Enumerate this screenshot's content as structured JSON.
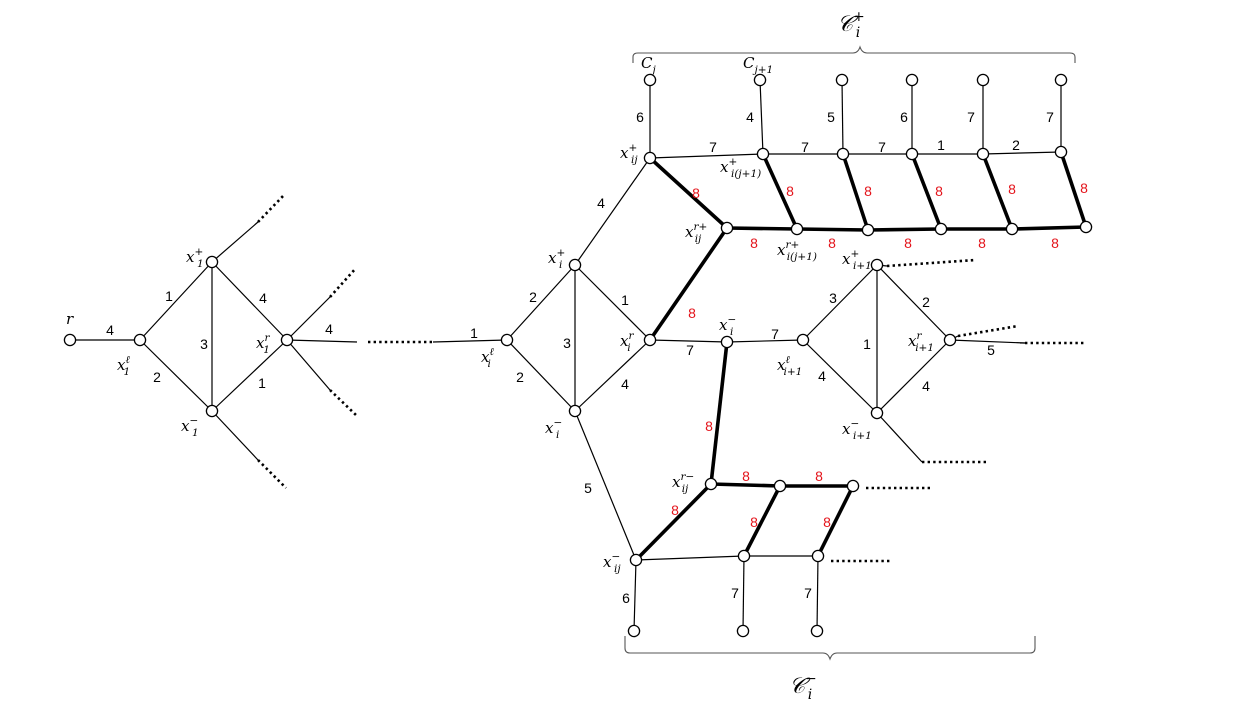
{
  "diagram": {
    "groups": [
      {
        "id": "C_plus",
        "base": "𝒞",
        "sub": "i",
        "sup": "+"
      },
      {
        "id": "C_minus",
        "base": "𝒞",
        "sub": "i",
        "sup": "−"
      }
    ],
    "vertex_labels": {
      "r": {
        "base": "r",
        "sub": "",
        "sup": ""
      },
      "x1l": {
        "base": "x",
        "sub": "1",
        "sup": "ℓ"
      },
      "x1p": {
        "base": "x",
        "sub": "1",
        "sup": "+"
      },
      "x1m": {
        "base": "x",
        "sub": "1",
        "sup": "−"
      },
      "x1r": {
        "base": "x",
        "sub": "1",
        "sup": "r"
      },
      "xil": {
        "base": "x",
        "sub": "i",
        "sup": "ℓ"
      },
      "xip": {
        "base": "x",
        "sub": "i",
        "sup": "+"
      },
      "xim": {
        "base": "x",
        "sub": "i",
        "sup": "−"
      },
      "xir": {
        "base": "x",
        "sub": "i",
        "sup": "r"
      },
      "xim2": {
        "base": "x",
        "sub": "i",
        "sup": "−"
      },
      "xijp": {
        "base": "x",
        "sub": "ij",
        "sup": "+"
      },
      "xij1p": {
        "base": "x",
        "sub": "i(j+1)",
        "sup": "+"
      },
      "xijrp": {
        "base": "x",
        "sub": "ij",
        "sup": "r+"
      },
      "xij1rp": {
        "base": "x",
        "sub": "i(j+1)",
        "sup": "r+"
      },
      "xijm": {
        "base": "x",
        "sub": "ij",
        "sup": "−"
      },
      "xijrm": {
        "base": "x",
        "sub": "ij",
        "sup": "r−"
      },
      "xi1l": {
        "base": "x",
        "sub": "i+1",
        "sup": "ℓ"
      },
      "xi1p": {
        "base": "x",
        "sub": "i+1",
        "sup": "+"
      },
      "xi1m": {
        "base": "x",
        "sub": "i+1",
        "sup": "−"
      },
      "xi1r": {
        "base": "x",
        "sub": "i+1",
        "sup": "r"
      },
      "cj": {
        "base": "C",
        "sub": "j",
        "sup": ""
      },
      "cj1": {
        "base": "C",
        "sub": "j+1",
        "sup": ""
      }
    },
    "edge_weights": {
      "black": [
        "4",
        "1",
        "2",
        "3",
        "1",
        "4",
        "4",
        "1",
        "2",
        "3",
        "2",
        "1",
        "4",
        "7",
        "7",
        "4",
        "5",
        "6",
        "4",
        "5",
        "6",
        "7",
        "7",
        "7",
        "7",
        "7",
        "1",
        "2",
        "3",
        "2",
        "1",
        "4",
        "4",
        "5",
        "6",
        "7",
        "7"
      ],
      "red": [
        "8",
        "8",
        "8",
        "8",
        "8",
        "8",
        "8",
        "8",
        "8",
        "8",
        "8",
        "8",
        "8",
        "8",
        "8",
        "8",
        "8",
        "8",
        "8"
      ]
    }
  }
}
